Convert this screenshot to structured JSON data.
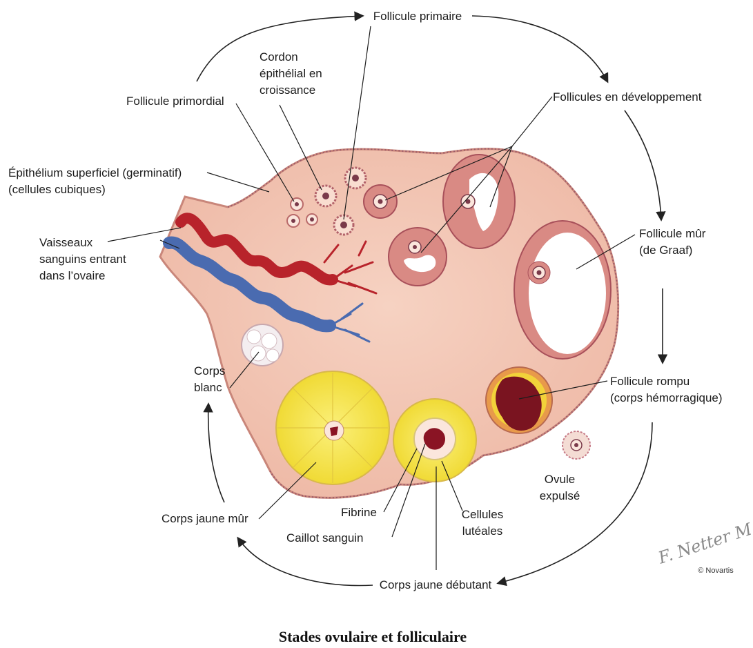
{
  "title": "Stades ovulaire et folliculaire",
  "copyright": "© Novartis",
  "signature": "F. Netter M.D.",
  "labels": {
    "follicule_primaire": "Follicule primaire",
    "cordon_1": "Cordon",
    "cordon_2": "épithélial en",
    "cordon_3": "croissance",
    "follicule_primordial": "Follicule primordial",
    "follicules_dev": "Follicules en développement",
    "epithelium_1": "Épithélium superficiel (germinatif)",
    "epithelium_2": "(cellules cubiques)",
    "vaisseaux_1": "Vaisseaux",
    "vaisseaux_2": "sanguins entrant",
    "vaisseaux_3": "dans l’ovaire",
    "follicule_mur_1": "Follicule mûr",
    "follicule_mur_2": "(de Graaf)",
    "corps_blanc_1": "Corps",
    "corps_blanc_2": "blanc",
    "follicule_rompu_1": "Follicule rompu",
    "follicule_rompu_2": "(corps hémorragique)",
    "ovule_1": "Ovule",
    "ovule_2": "expulsé",
    "corps_jaune_mur": "Corps jaune mûr",
    "fibrine": "Fibrine",
    "cellules_1": "Cellules",
    "cellules_2": "lutéales",
    "caillot": "Caillot sanguin",
    "corps_jaune_debutant": "Corps jaune débutant"
  },
  "colors": {
    "stroma": "#f2c6b4",
    "stroma_edge": "#c9867a",
    "artery": "#b8232b",
    "vein": "#4a6bb0",
    "corpus_luteum": "#f7e84a",
    "blood_clot": "#7a1420",
    "granulosa": "#c8786e"
  }
}
